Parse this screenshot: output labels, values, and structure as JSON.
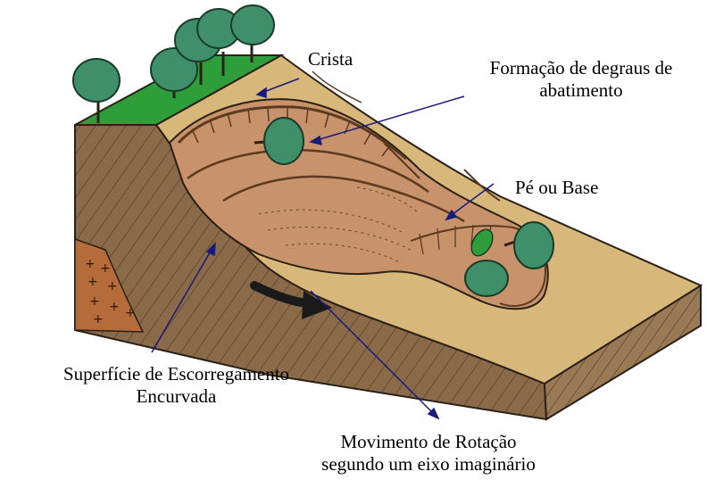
{
  "labels": {
    "crista": "Crista",
    "degraus_line1": "Formação de degraus de",
    "degraus_line2": "abatimento",
    "pe_base": "Pé ou Base",
    "superficie_line1": "Superfície de Escorregamento",
    "superficie_line2": "Encurvada",
    "movimento_line1": "Movimento de Rotação",
    "movimento_line2": "segundo um eixo imaginário"
  },
  "colors": {
    "grass": "#2e9e3a",
    "slope_surface": "#d8b87a",
    "slide_mass": "#c8926a",
    "earth_cross_section": "#8a6a48",
    "front_face": "#9a7a55",
    "granite_block": "#b56b3a",
    "tree_foliage": "#3f8f6a",
    "pointer_line": "#1a1a7a"
  },
  "icons": {
    "tree": "tree-icon",
    "rotation_arrow": "rotation-arrow-icon"
  }
}
